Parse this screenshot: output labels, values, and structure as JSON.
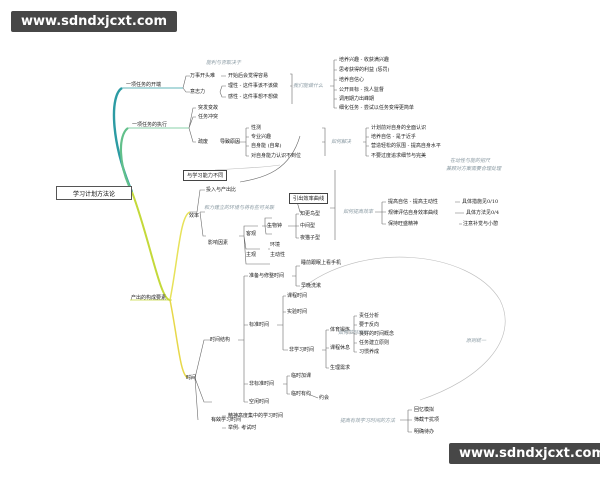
{
  "watermark": "www.sdndxjcxt.com",
  "root": "学习计划方法论",
  "branch1": {
    "label": "一项任务的开端",
    "note": "能利与否取决于",
    "items": [
      "万事开头难",
      "意志力"
    ],
    "sub1": "开始后会觉得容易",
    "sub2a": "理性 - 这件事该不该做",
    "sub2b": "感性 - 这件事想不想做",
    "note2": "我们能做什么",
    "results": [
      "培养兴趣 - 收获满兴趣",
      "思考获得的利益 (惩罚)",
      "培养自信心",
      "公开目标 - 找人监督",
      "调用期力出峰期",
      "细化任务 - 尝试以任务变得更简单"
    ]
  },
  "branch2": {
    "label": "一项任务的执行",
    "items": [
      "突发变故",
      "任务冲突",
      "疏废"
    ],
    "fix": "导致原因",
    "causes": [
      "性测",
      "专业兴趣",
      "自身能 (自卑)",
      "对自身能力认识不到位"
    ],
    "note": "如何解决",
    "solutions": [
      "计划前对自身的全面认识",
      "培养自信 - 是于近乎",
      "营造轻松的氛围 - 提高自身水平",
      "不要过度追求细节与完美"
    ],
    "note2": "在动性与能的把尺",
    "note3": "兼顾对方案需要合理处理"
  },
  "branch3": {
    "label": "产出的构成要素",
    "box1": "与学习能力不同",
    "items": [
      "投入与产出比",
      "效率",
      "影响因素"
    ],
    "note": "和力建立的环境与将有些可关联",
    "box2": "引出效率曲线",
    "objective": [
      "客观",
      "主观"
    ],
    "biorhythm": "生物钟",
    "bio_types": [
      "知更鸟型",
      "中间型",
      "夜猫子型"
    ],
    "env": [
      "环境",
      "主动性"
    ],
    "note2": "如何提高效率",
    "improve": [
      "提高自信 - 提高主动性",
      "规律评估自身效率曲线",
      "保持旺盛精神"
    ],
    "improve_sub": [
      "具体措施见0/10",
      "具体方法见0/4",
      "注意补觉与小憩"
    ],
    "time": "时间",
    "time_struct": "时间结构",
    "prep": "准备与修整时间",
    "prep_sub": [
      "睡前跟眠上看手机",
      "早晚洗漱"
    ],
    "standard": "标准时间",
    "std_sub": [
      "课程时间",
      "实验时间",
      "非学习时间"
    ],
    "nonlearn": [
      "体育锻炼",
      "课程休息",
      "生理需求"
    ],
    "nonstd": "非标准时间",
    "nonstd_sub": [
      "临时加课",
      "临时有约",
      "约会"
    ],
    "spare": "空闲时间",
    "note3": "如何节时时间",
    "note4": "原则统一",
    "principles": [
      "责任分析",
      "要于反向",
      "良好的时间概念",
      "任务建立原则",
      "习惯养成"
    ],
    "effective": "有效学习时间",
    "effective_sub": [
      "精神高度集中的学习时间",
      "举例: 考试时"
    ],
    "note5": "提高有效学习时间的方法",
    "methods": [
      "回忆模拟",
      "筛截干扰项",
      "明确待办"
    ]
  }
}
